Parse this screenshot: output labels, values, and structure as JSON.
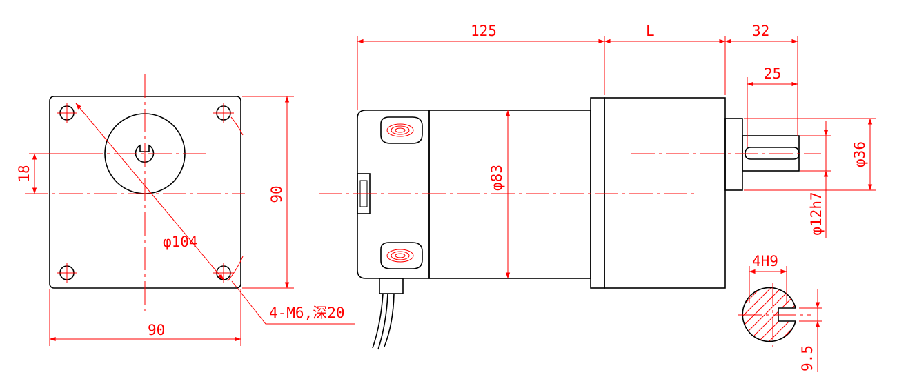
{
  "colors": {
    "outline": "#000000",
    "dimension": "#ff0000",
    "background": "#ffffff"
  },
  "front_view": {
    "width_label": "90",
    "height_label": "90",
    "offset_label": "18",
    "bolt_circle_label": "φ104",
    "hole_spec_label": "4-M6,深20"
  },
  "side_view": {
    "body_length_label": "125",
    "gearbox_length_label": "L",
    "shaft_length_label": "32",
    "key_length_label": "25",
    "body_diameter_label": "φ83",
    "flange_diameter_label": "φ36",
    "shaft_diameter_label": "φ12h7"
  },
  "section_view": {
    "key_width_label": "4H9",
    "key_depth_label": "9.5"
  }
}
